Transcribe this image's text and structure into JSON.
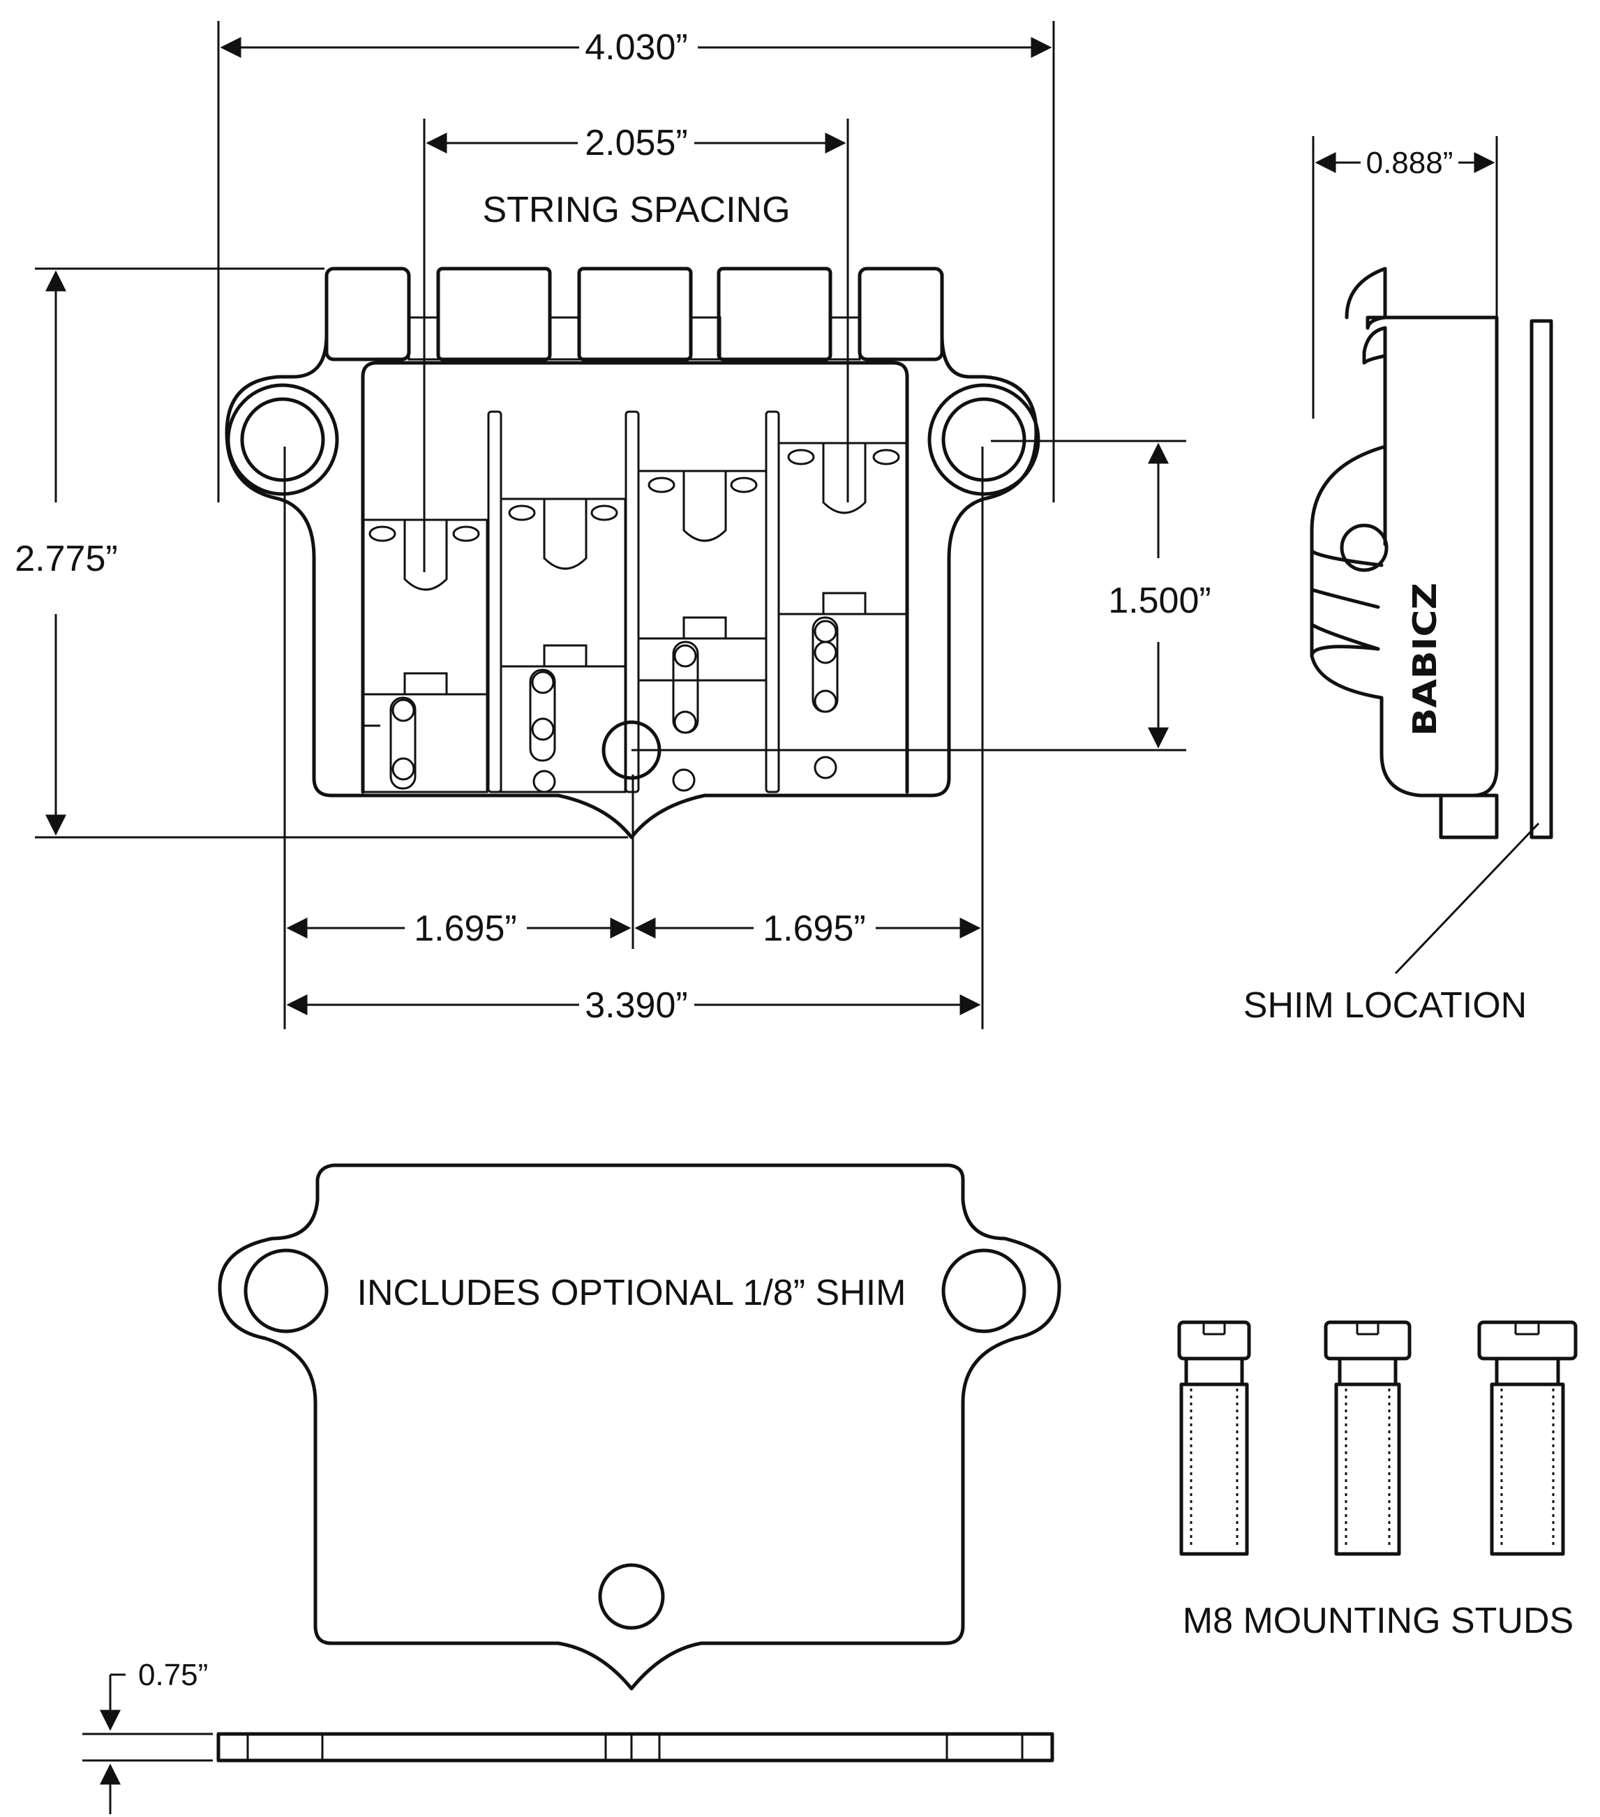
{
  "dimensions": {
    "overall_width": "4.030”",
    "string_spacing_value": "2.055”",
    "string_spacing_label": "STRING SPACING",
    "height": "2.775”",
    "mount_spacing": "1.500”",
    "left_half": "1.695”",
    "right_half": "1.695”",
    "base_width": "3.390”",
    "side_depth": "0.888”",
    "shim_thickness": "0.75”"
  },
  "labels": {
    "shim_location": "SHIM LOCATION",
    "shim_note": "INCLUDES OPTIONAL 1/8” SHIM",
    "studs": "M8 MOUNTING STUDS",
    "brand": "BABICZ"
  }
}
